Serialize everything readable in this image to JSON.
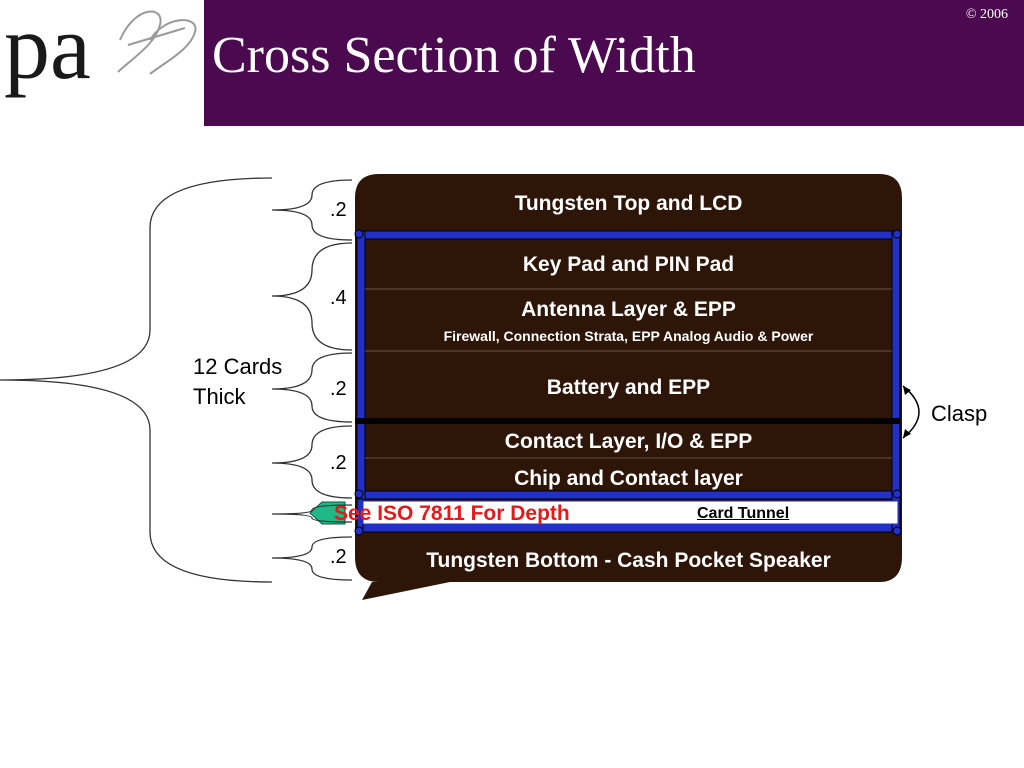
{
  "header": {
    "title": "Cross Section of Width",
    "copyright": "© 2006",
    "logo_text": "pa"
  },
  "layers": {
    "top": "Tungsten Top and LCD",
    "keypad": "Key Pad and PIN Pad",
    "antenna": "Antenna Layer & EPP",
    "antenna_sub": "Firewall, Connection Strata,  EPP Analog Audio & Power",
    "battery": "Battery and EPP",
    "contact": "Contact Layer, I/O & EPP",
    "chip": "Chip and Contact layer",
    "bottom": "Tungsten Bottom - Cash Pocket Speaker"
  },
  "tunnel": {
    "note": "See ISO 7811 For Depth",
    "label": "Card Tunnel"
  },
  "dimensions": [
    ".2",
    ".4",
    ".2",
    ".2",
    ".2"
  ],
  "side": {
    "total_line1": "12 Cards",
    "total_line2": "Thick",
    "clasp": "Clasp"
  },
  "colors": {
    "header_bg": "#4b0a4f",
    "layer_bg": "#2d1508",
    "frame_blue": "#2230c8",
    "iso_red": "#e11b1b",
    "tab_green": "#1fb887"
  }
}
